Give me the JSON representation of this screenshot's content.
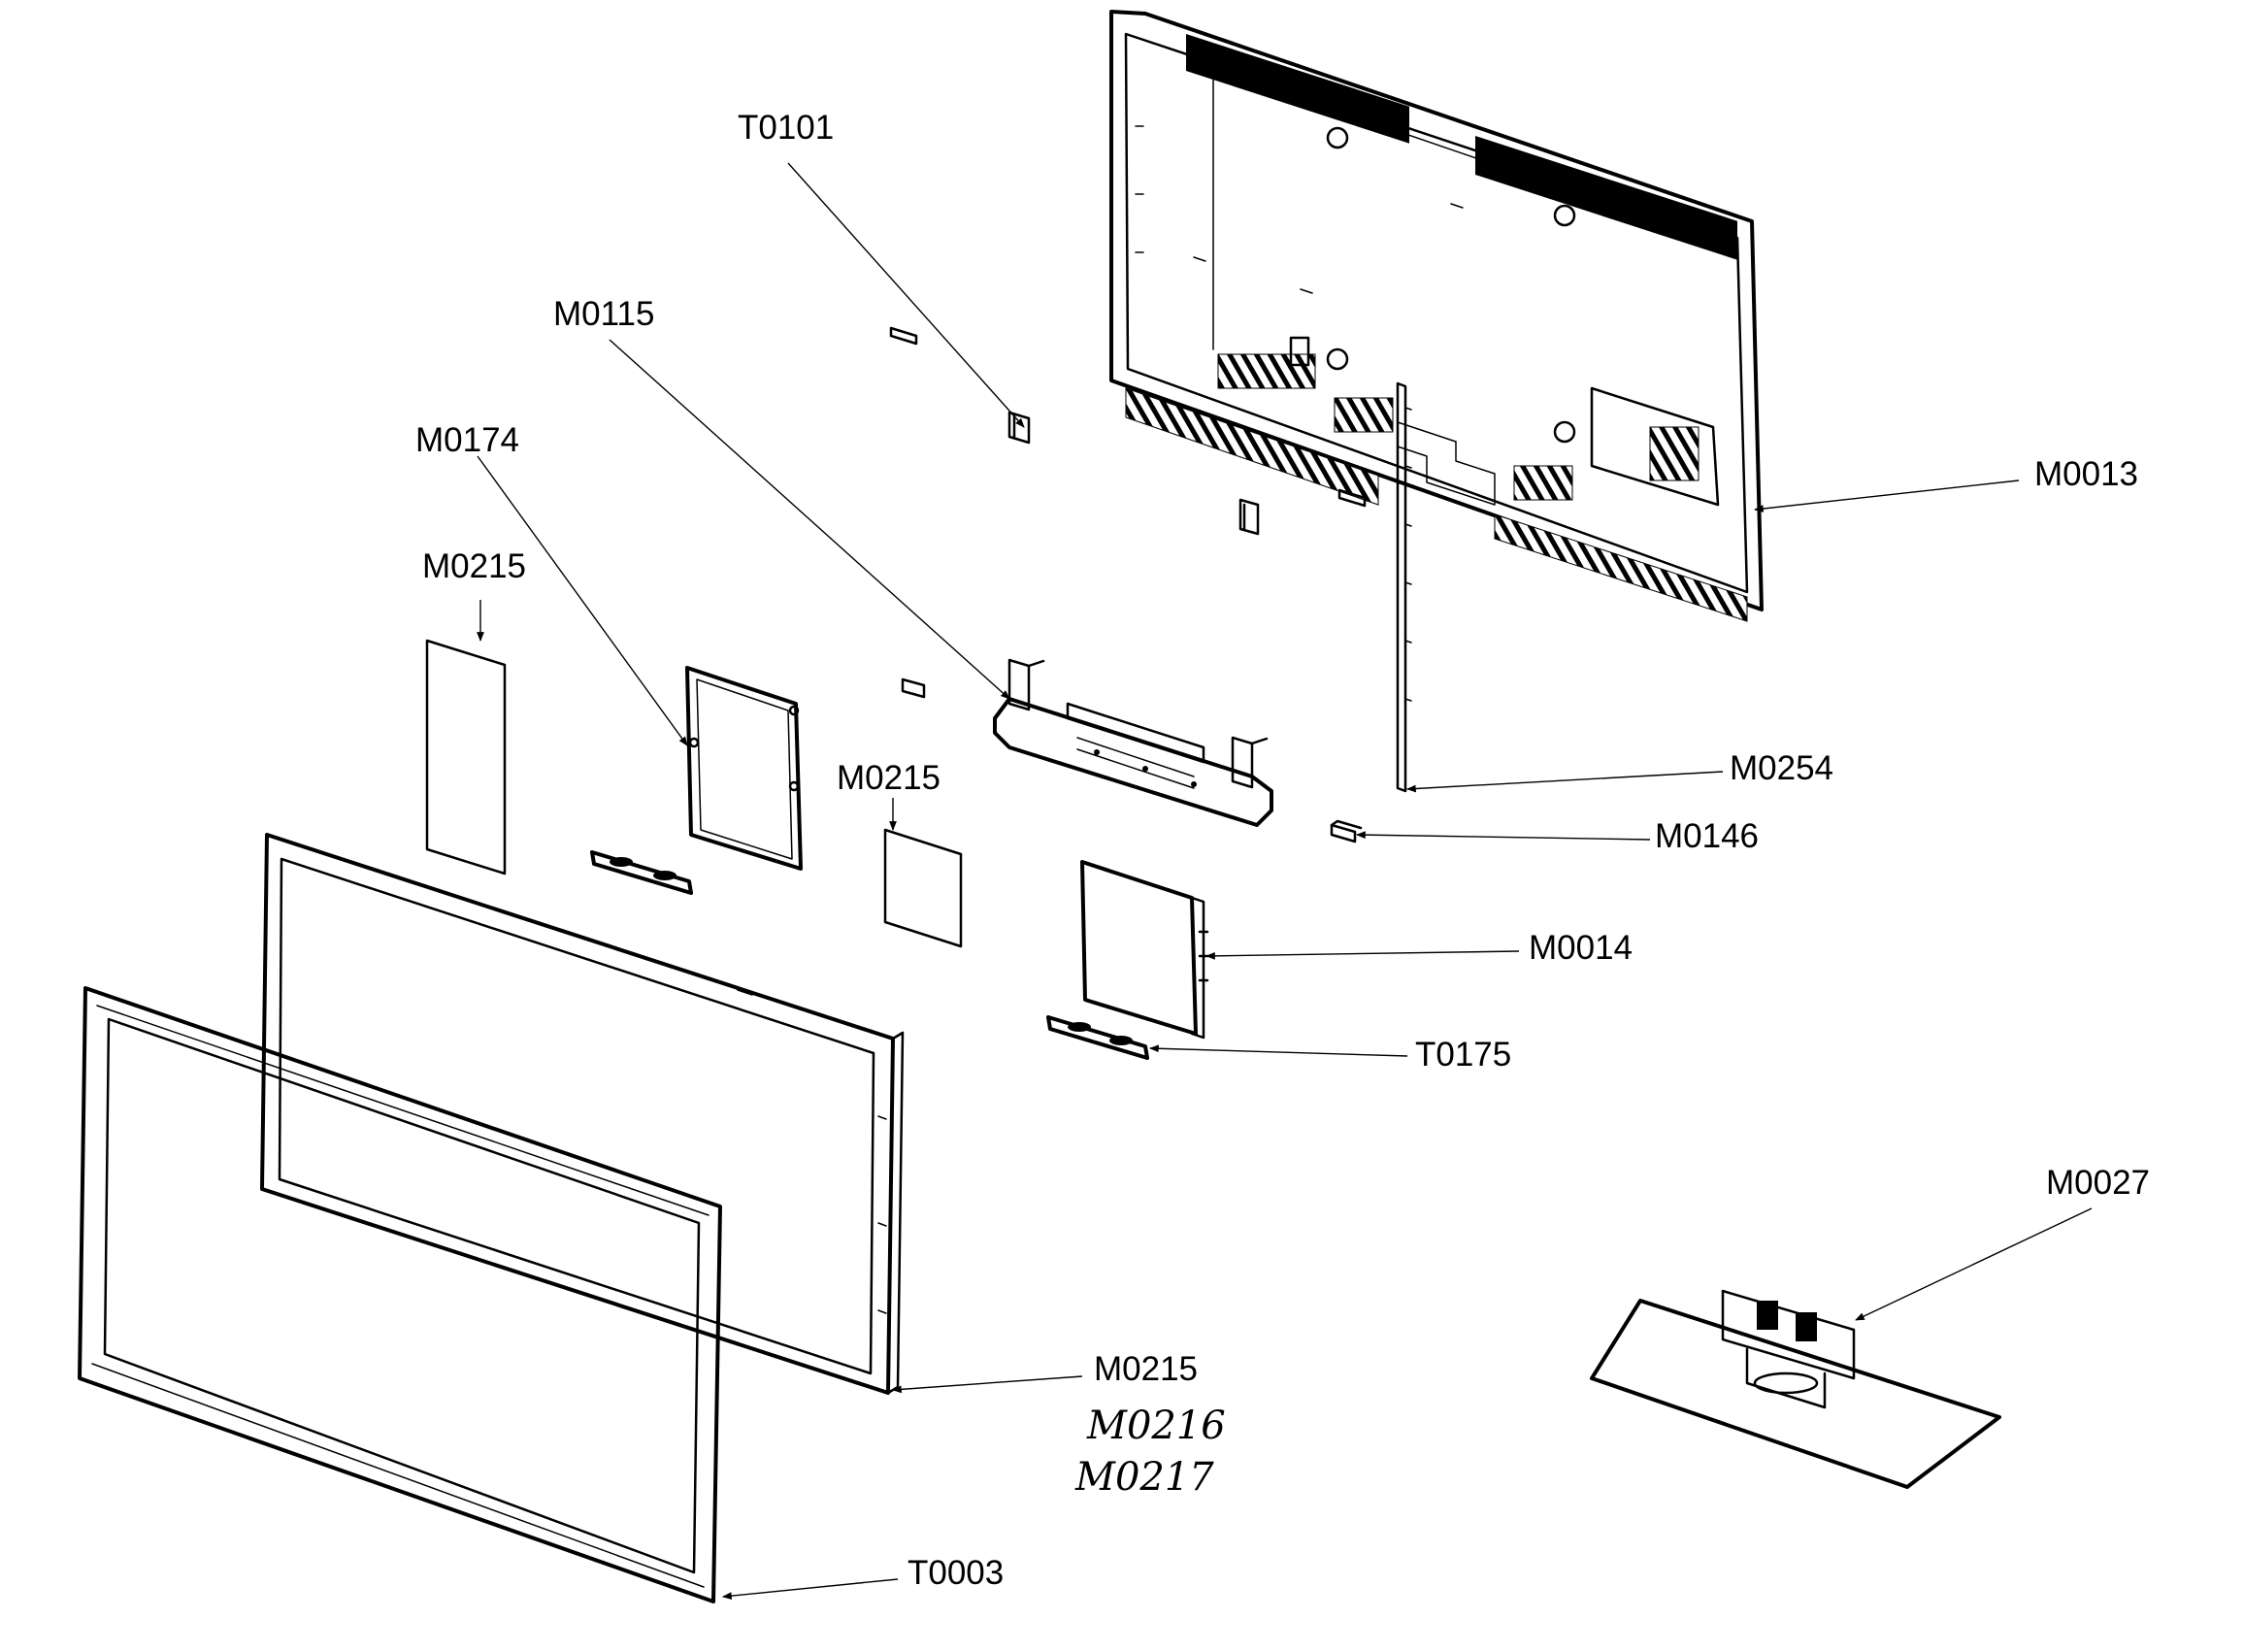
{
  "labels": {
    "t0101": "T0101",
    "m0115": "M0115",
    "m0174": "M0174",
    "m0215_a": "M0215",
    "m0215_b": "M0215",
    "m0215_c": "M0215",
    "m0013": "M0013",
    "m0254": "M0254",
    "m0146": "M0146",
    "m0014": "M0014",
    "t0175": "T0175",
    "m0027": "M0027",
    "t0003": "T0003",
    "m0216": "M0216",
    "m0217": "M0217"
  }
}
